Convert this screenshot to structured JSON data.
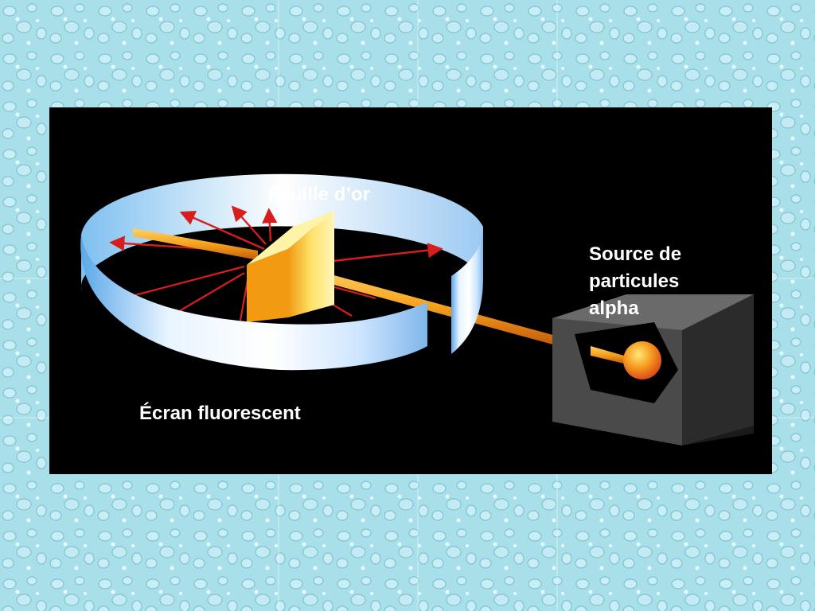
{
  "labels": {
    "gold_foil": "Feuille d’or",
    "alpha_source": [
      "Source de",
      "particules",
      "alpha"
    ],
    "fluorescent_screen": "Écran fluorescent"
  },
  "colors": {
    "panel": "#000000",
    "background_water": "#a9dfe9",
    "beam": "#f5a21c",
    "scatter_arrows": "#d81d1d",
    "screen": "#d8ecff",
    "foil": "#f7c51e",
    "source_box": "#555555",
    "label_text": "#ffffff"
  },
  "icons": {
    "background": "water-droplet-texture",
    "source": "radioactive-sphere"
  }
}
